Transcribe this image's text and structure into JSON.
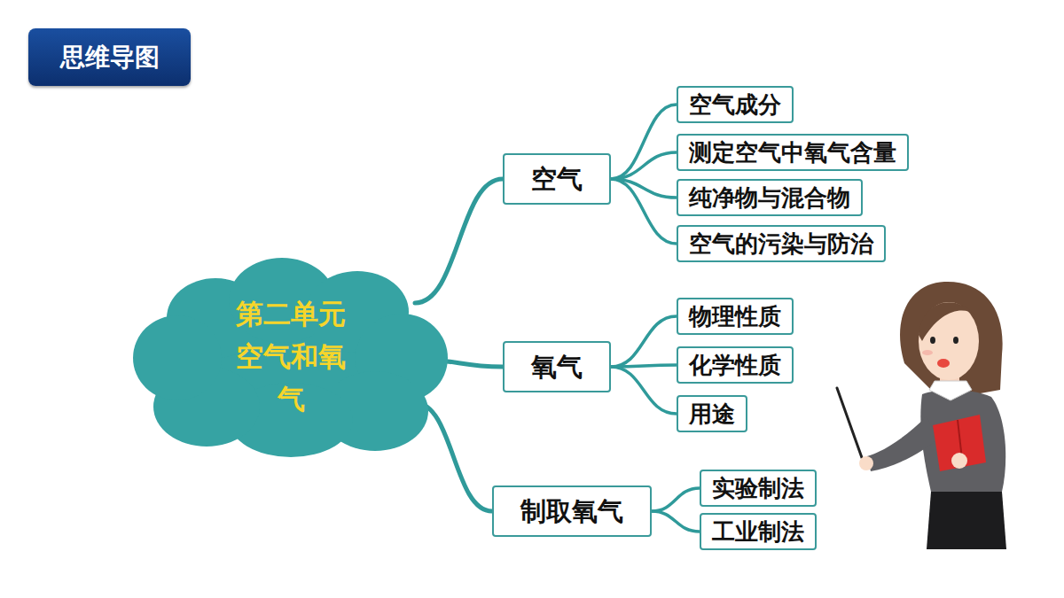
{
  "diagram": {
    "title": "思维导图",
    "nodes": [
      {
        "text": [
          "第二单元 空气和氧气"
        ]
      },
      {
        "text": [
          "空气"
        ]
      },
      {
        "text": [
          "空气成分"
        ]
      },
      {
        "text": [
          "测定空气中氧气含量"
        ]
      },
      {
        "text": [
          "纯净物与混合物"
        ]
      },
      {
        "text": [
          "空气的污染与防治"
        ]
      },
      {
        "text": [
          "氧气"
        ]
      },
      {
        "text": [
          "物理性质"
        ]
      },
      {
        "text": [
          "化学性质"
        ]
      },
      {
        "text": [
          "用途"
        ]
      },
      {
        "text": [
          "制取氧气"
        ]
      },
      {
        "text": [
          "实验制法"
        ]
      },
      {
        "text": [
          "工业制法"
        ]
      }
    ],
    "edges": [
      {
        "from": 0,
        "to": 1,
        "arrow": "none"
      },
      {
        "from": 0,
        "to": 6,
        "arrow": "none"
      },
      {
        "from": 0,
        "to": 10,
        "arrow": "none"
      },
      {
        "from": 1,
        "to": 2,
        "arrow": "none"
      },
      {
        "from": 1,
        "to": 3,
        "arrow": "none"
      },
      {
        "from": 1,
        "to": 4,
        "arrow": "none"
      },
      {
        "from": 1,
        "to": 5,
        "arrow": "none"
      },
      {
        "from": 6,
        "to": 7,
        "arrow": "none"
      },
      {
        "from": 6,
        "to": 8,
        "arrow": "none"
      },
      {
        "from": 6,
        "to": 9,
        "arrow": "none"
      },
      {
        "from": 10,
        "to": 11,
        "arrow": "none"
      },
      {
        "from": 10,
        "to": 12,
        "arrow": "none"
      }
    ]
  }
}
